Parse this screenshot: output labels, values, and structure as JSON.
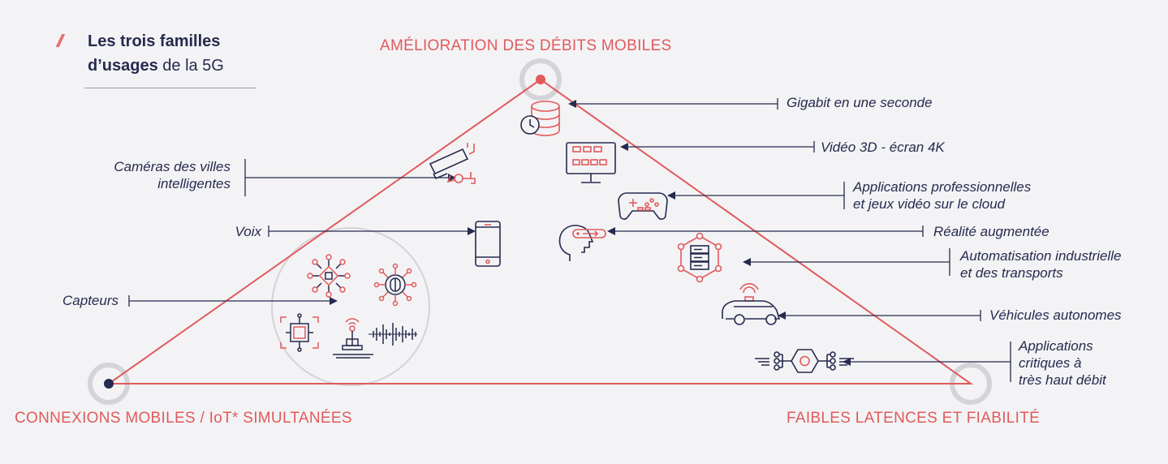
{
  "title": {
    "bold_1": "Les trois familles",
    "bold_2": "d’usages",
    "regular": " de la 5G"
  },
  "corners": {
    "top": "AMÉLIORATION DES DÉBITS MOBILES",
    "left": "CONNEXIONS MOBILES / IoT* SIMULTANÉES",
    "right": "FAIBLES LATENCES ET FIABILITÉ"
  },
  "labels": {
    "gigabit": "Gigabit en une seconde",
    "video": "Vidéo 3D - écran 4K",
    "apps_1": "Applications professionnelles",
    "apps_2": "et jeux vidéo sur le cloud",
    "ar": "Réalité augmentée",
    "auto_1": "Automatisation industrielle",
    "auto_2": "et des transports",
    "vehicles": "Véhicules autonomes",
    "critical_1": "Applications",
    "critical_2": "critiques à",
    "critical_3": "très haut débit",
    "cameras_1": "Caméras des villes",
    "cameras_2": "intelligentes",
    "voice": "Voix",
    "sensors": "Capteurs"
  },
  "colors": {
    "accent": "#e15a5c",
    "navy": "#262a4e",
    "ring": "#cfcfd4",
    "background": "#f3f3f5"
  },
  "icons": [
    "database-clock-icon",
    "video-screen-icon",
    "gamepad-icon",
    "ar-head-icon",
    "server-network-icon",
    "autonomous-car-icon",
    "signal-chain-icon",
    "cctv-camera-icon",
    "smartphone-icon",
    "chip-network-icon",
    "capsule-sensor-icon",
    "processor-icon",
    "antenna-icon",
    "soundwave-icon"
  ]
}
